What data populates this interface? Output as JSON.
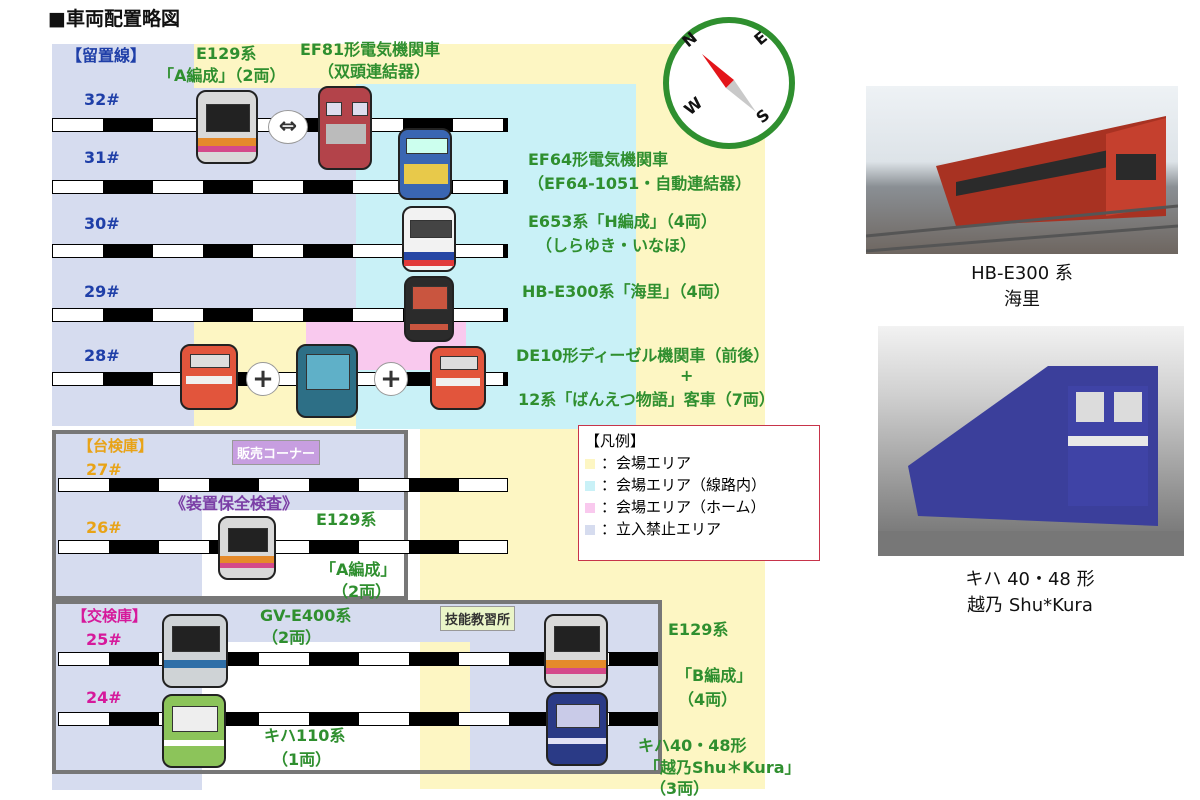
{
  "title": "■車両配置略図",
  "areas": {
    "stabling_yard": "【留置線】",
    "bogie_shed": "【台検庫】",
    "exchange_shed": "【交検庫】"
  },
  "tracks": {
    "t32": "32#",
    "t31": "31#",
    "t30": "30#",
    "t29": "29#",
    "t28": "28#",
    "t27": "27#",
    "t26": "26#",
    "t25": "25#",
    "t24": "24#"
  },
  "labels": {
    "e129_top_1": "E129系",
    "e129_top_2": "「A編成」（2両）",
    "ef81_1": "EF81形電気機関車",
    "ef81_2": "（双頭連結器）",
    "ef64_1": "EF64形電気機関車",
    "ef64_2": "（EF64-1051・自動連結器）",
    "e653_1": "E653系「H編成」（4両）",
    "e653_2": "（しらゆき・いなほ）",
    "hb_e300": "HB-E300系「海里」（4両）",
    "de10_1": "DE10形ディーゼル機関車（前後）",
    "de10_plus": "+",
    "de10_2": "12系「ばんえつ物語」客車（7両）",
    "maintenance": "《装置保全検査》",
    "e129_mid_1": "E129系",
    "e129_mid_2": "「A編成」",
    "e129_mid_3": "（2両）",
    "gv_1": "GV-E400系",
    "gv_2": "（2両）",
    "e129_b_1": "E129系",
    "e129_b_2": "「B編成」",
    "e129_b_3": "（4両）",
    "kiha110_1": "キハ110系",
    "kiha110_2": "（1両）",
    "kiha40_1": "キハ40・48形",
    "kiha40_2": "「越乃Shu＊Kura」",
    "kiha40_3": "（3両）"
  },
  "signs": {
    "sales": "販売コーナー",
    "training": "技能教習所"
  },
  "connectors": {
    "arrow": "⇔",
    "plus": "+"
  },
  "compass": {
    "n": "N",
    "e": "E",
    "s": "S",
    "w": "W"
  },
  "legend": {
    "title": "【凡例】",
    "items": [
      {
        "label": "：会場エリア",
        "color": "#fdf6c3"
      },
      {
        "label": "：会場エリア（線路内）",
        "color": "#c9f1f7"
      },
      {
        "label": "：会場エリア（ホーム）",
        "color": "#f9c9ee"
      },
      {
        "label": "：立入禁止エリア",
        "color": "#d6dcef"
      }
    ]
  },
  "photos": {
    "hb_caption_1": "HB-E300 系",
    "hb_caption_2": "海里",
    "kiha_caption_1": "キハ 40・48 形",
    "kiha_caption_2": "越乃 Shu*Kura"
  },
  "colors": {
    "yellow_area": "#fdf6c3",
    "cyan_area": "#c9f1f7",
    "pink_area": "#f9c9ee",
    "lavender_area": "#d6dcef",
    "label_green": "#2f8f2f",
    "compass_green": "#2f8f2f"
  }
}
